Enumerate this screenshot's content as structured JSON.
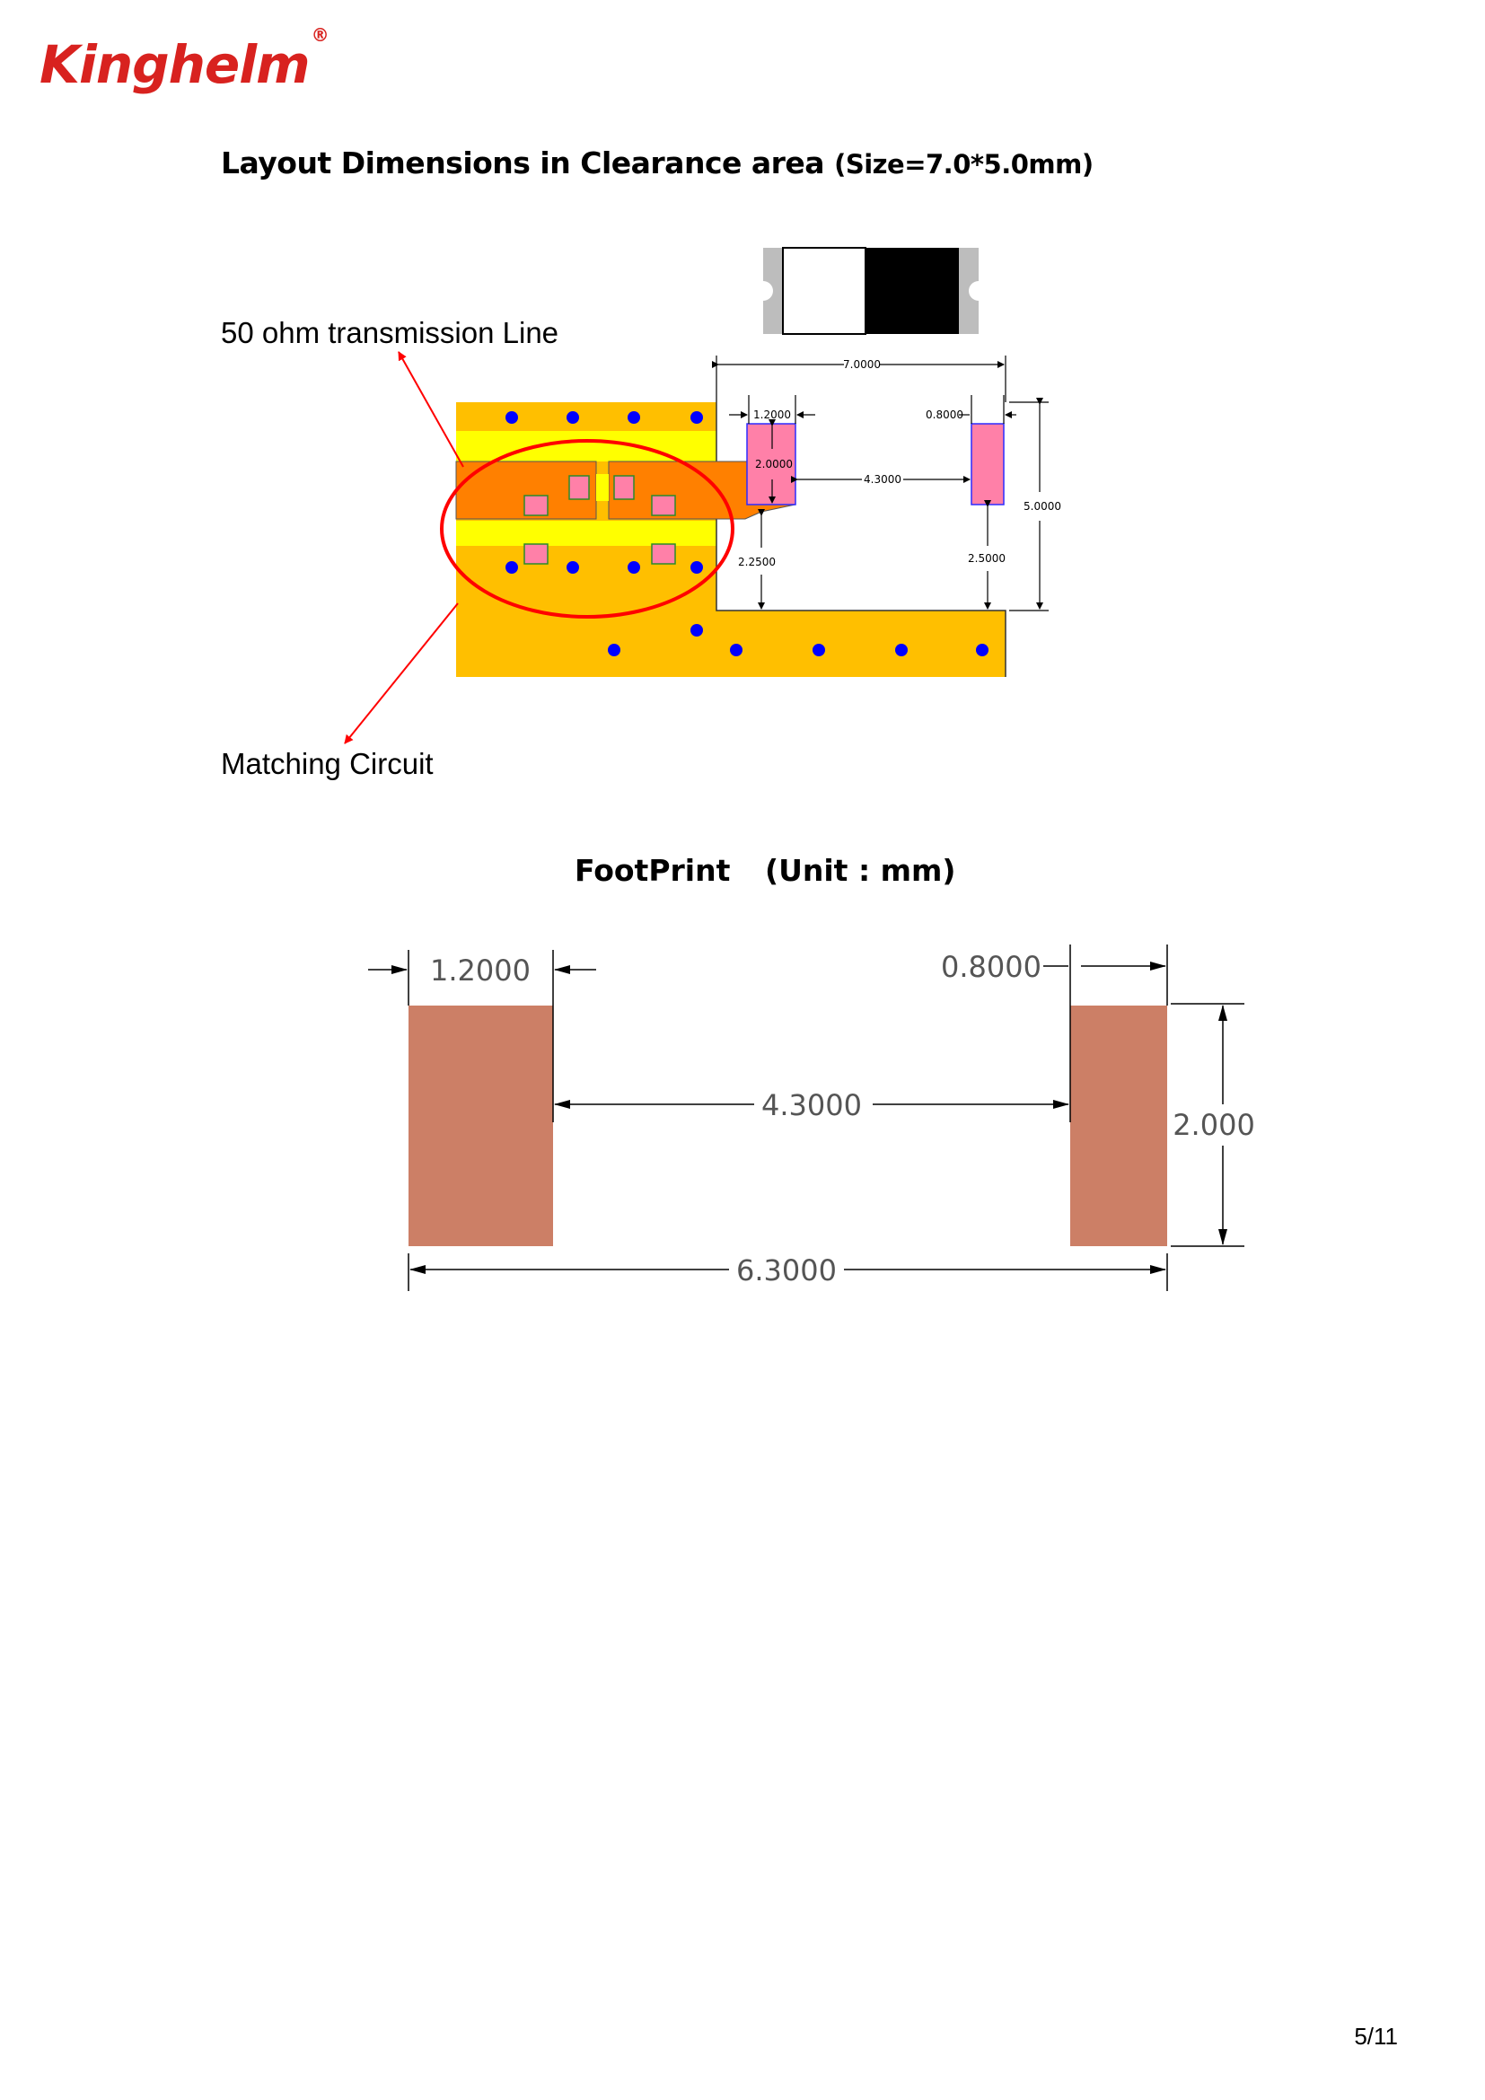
{
  "header": {
    "brand": "Kinghelm",
    "registered": "®"
  },
  "section1": {
    "title_main": "Layout Dimensions in Clearance area",
    "title_size": "(Size=7.0*5.0mm)",
    "label_line": "50 ohm transmission Line",
    "label_matching": "Matching Circuit",
    "dims": {
      "width": "7.0000",
      "left_pad": "1.2000",
      "right_pad": "0.8000",
      "pad_height": "2.0000",
      "pad_gap": "4.3000",
      "height": "5.0000",
      "left_clear": "2.2500",
      "right_clear": "2.5000"
    }
  },
  "section2": {
    "title": "FootPrint",
    "unit": "(Unit : mm)",
    "dims": {
      "left_pad": "1.2000",
      "right_pad": "0.8000",
      "gap": "4.3000",
      "height": "2.000",
      "total": "6.3000"
    }
  },
  "footer": {
    "page": "5/11"
  },
  "colors": {
    "brand_red": "#d8221f",
    "ground_orange": "#ffbf00",
    "keepout_yellow": "#ffff00",
    "trace_orange": "#ff8000",
    "pad_pink": "#ff80a8",
    "via_blue": "#0000ff",
    "footprint_pad": "#cc7f66",
    "annotation_red": "#ff0000"
  }
}
